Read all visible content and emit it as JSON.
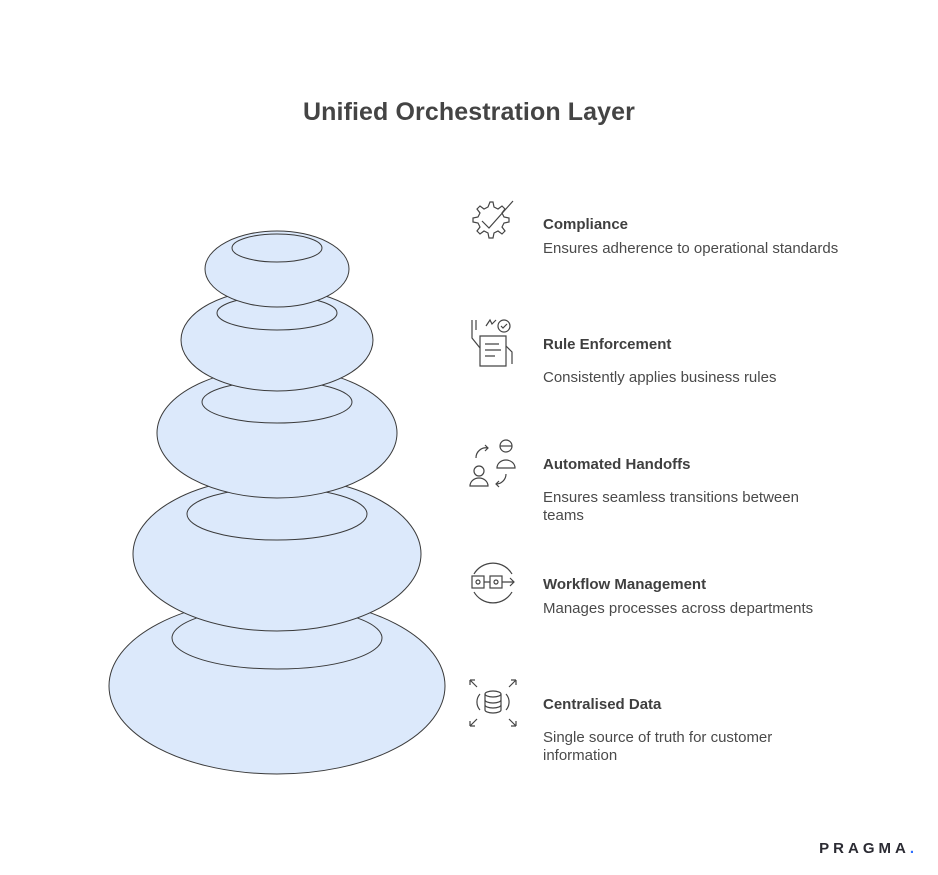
{
  "title": "Unified Orchestration Layer",
  "layers": [
    {
      "title": "Compliance",
      "description": "Ensures adherence to operational standards",
      "icon": "gear-check-icon"
    },
    {
      "title": "Rule Enforcement",
      "description": "Consistently applies business rules",
      "icon": "document-rules-icon"
    },
    {
      "title": "Automated Handoffs",
      "description": "Ensures seamless transitions between teams",
      "icon": "handoff-people-icon"
    },
    {
      "title": "Workflow Management",
      "description": "Manages processes across departments",
      "icon": "workflow-flow-icon"
    },
    {
      "title": "Centralised Data",
      "description": "Single source of truth for customer information",
      "icon": "database-expand-icon"
    }
  ],
  "brand": {
    "name": "PRAGMA",
    "dot": "."
  },
  "colors": {
    "stone_fill": "#dce9fb",
    "stone_stroke": "#3a3a3a",
    "text": "#3f3f3f",
    "brand_dot": "#2f6fff"
  }
}
